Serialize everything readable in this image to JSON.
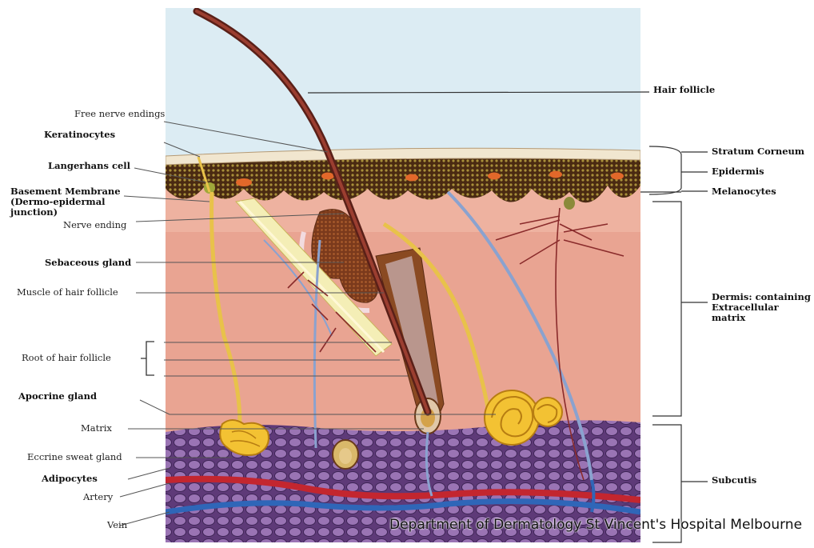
{
  "left_labels": {
    "free_nerve_endings": "Free nerve endings",
    "keratinocytes": "Keratinocytes",
    "langerhans_cell": "Langerhans cell",
    "basement_membrane": "Basement Membrane (Dermo-epidermal junction)",
    "nerve_ending": "Nerve ending",
    "sebaceous_gland": "Sebaceous gland",
    "muscle_of_hair_follicle": "Muscle of hair follicle",
    "root_of_hair_follicle": "Root of hair follicle",
    "apocrine_gland": "Apocrine gland",
    "matrix": "Matrix",
    "eccrine_sweat_gland": "Eccrine sweat gland",
    "adipocytes": "Adipocytes",
    "artery": "Artery",
    "vein": "Vein"
  },
  "right_labels": {
    "hair_follicle": "Hair follicle",
    "stratum_corneum": "Stratum Corneum",
    "epidermis": "Epidermis",
    "melanocytes": "Melanocytes",
    "dermis": "Dermis: containing Extracellular matrix",
    "subcutis": "Subcutis"
  },
  "credit": "Department of Dermatology St Vincent's Hospital Melbourne",
  "colors": {
    "sky": "#dcecf3",
    "stratum": "#f1e6cf",
    "epidermis": "#4a2a12",
    "dermis": "#e9a492",
    "subcutis": "#7a4f8d",
    "hair": "#6b2a20",
    "gland": "#f3c233",
    "nerve": "#e8c24a",
    "artery": "#c3262f",
    "vein": "#2f66b8"
  }
}
